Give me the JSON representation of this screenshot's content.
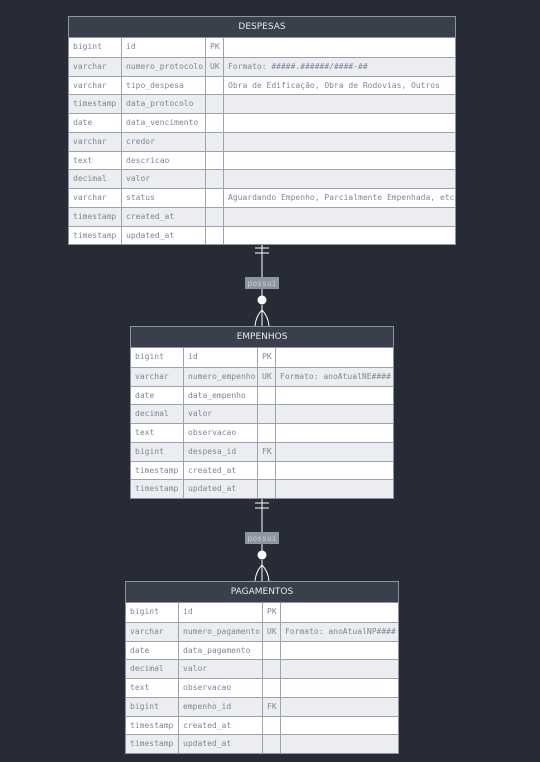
{
  "entities": [
    {
      "name": "DESPESAS",
      "rows": [
        {
          "type": "bigint",
          "field": "id",
          "key": "PK",
          "note": ""
        },
        {
          "type": "varchar",
          "field": "numero_protocolo",
          "key": "UK",
          "note": "Formato: #####.######/####-##"
        },
        {
          "type": "varchar",
          "field": "tipo_despesa",
          "key": "",
          "note": "Obra de Edificação, Obra de Rodovias, Outros"
        },
        {
          "type": "timestamp",
          "field": "data_protocolo",
          "key": "",
          "note": ""
        },
        {
          "type": "date",
          "field": "data_vencimento",
          "key": "",
          "note": ""
        },
        {
          "type": "varchar",
          "field": "credor",
          "key": "",
          "note": ""
        },
        {
          "type": "text",
          "field": "descricao",
          "key": "",
          "note": ""
        },
        {
          "type": "decimal",
          "field": "valor",
          "key": "",
          "note": ""
        },
        {
          "type": "varchar",
          "field": "status",
          "key": "",
          "note": "Aguardando Empenho, Parcialmente Empenhada, etc"
        },
        {
          "type": "timestamp",
          "field": "created_at",
          "key": "",
          "note": ""
        },
        {
          "type": "timestamp",
          "field": "updated_at",
          "key": "",
          "note": ""
        }
      ]
    },
    {
      "name": "EMPENHOS",
      "rows": [
        {
          "type": "bigint",
          "field": "id",
          "key": "PK",
          "note": ""
        },
        {
          "type": "varchar",
          "field": "numero_empenho",
          "key": "UK",
          "note": "Formato: anoAtualNE####"
        },
        {
          "type": "date",
          "field": "data_empenho",
          "key": "",
          "note": ""
        },
        {
          "type": "decimal",
          "field": "valor",
          "key": "",
          "note": ""
        },
        {
          "type": "text",
          "field": "observacao",
          "key": "",
          "note": ""
        },
        {
          "type": "bigint",
          "field": "despesa_id",
          "key": "FK",
          "note": ""
        },
        {
          "type": "timestamp",
          "field": "created_at",
          "key": "",
          "note": ""
        },
        {
          "type": "timestamp",
          "field": "updated_at",
          "key": "",
          "note": ""
        }
      ]
    },
    {
      "name": "PAGAMENTOS",
      "rows": [
        {
          "type": "bigint",
          "field": "id",
          "key": "PK",
          "note": ""
        },
        {
          "type": "varchar",
          "field": "numero_pagamento",
          "key": "UK",
          "note": "Formato: anoAtualNP####"
        },
        {
          "type": "date",
          "field": "data_pagamento",
          "key": "",
          "note": ""
        },
        {
          "type": "decimal",
          "field": "valor",
          "key": "",
          "note": ""
        },
        {
          "type": "text",
          "field": "observacao",
          "key": "",
          "note": ""
        },
        {
          "type": "bigint",
          "field": "empenho_id",
          "key": "FK",
          "note": ""
        },
        {
          "type": "timestamp",
          "field": "created_at",
          "key": "",
          "note": ""
        },
        {
          "type": "timestamp",
          "field": "updated_at",
          "key": "",
          "note": ""
        }
      ]
    }
  ],
  "relationships": [
    {
      "label": "possui",
      "from": "DESPESAS",
      "to": "EMPENHOS"
    },
    {
      "label": "possui",
      "from": "EMPENHOS",
      "to": "PAGAMENTOS"
    }
  ],
  "colors": {
    "background": "#272b35",
    "header": "#3a3f4c",
    "border": "#8d93a3",
    "text": "#7f8698"
  }
}
